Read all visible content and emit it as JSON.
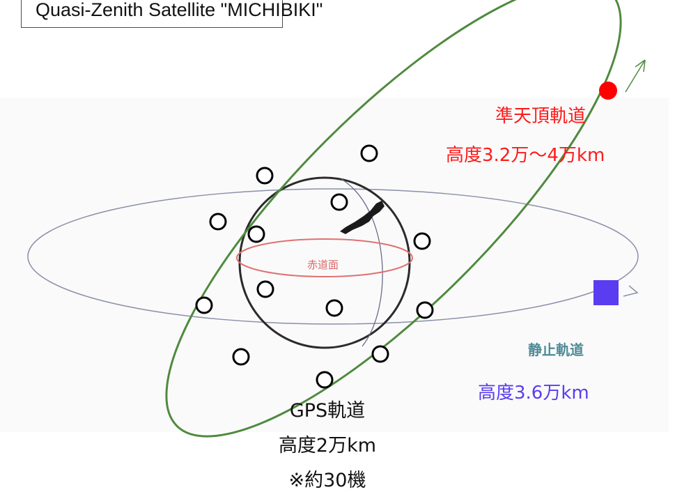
{
  "title": "Quasi-Zenith Satellite \"MICHIBIKI\"",
  "qzs": {
    "name": "準天頂軌道",
    "altitude": "高度3.2万～4万km",
    "color": "#ff1a1a"
  },
  "geo": {
    "name": "静止軌道",
    "altitude": "高度3.6万km",
    "color": "#5a3df0"
  },
  "gps": {
    "name": "GPS軌道",
    "altitude": "高度2万km",
    "count": "※約30機"
  },
  "equator_label": "赤道面",
  "colors": {
    "qzs_orbit": "#4f8a3e",
    "earth": "#2b2b2b",
    "equator_ring": "#e07070",
    "geo_orbit": "#8a8fa8"
  }
}
